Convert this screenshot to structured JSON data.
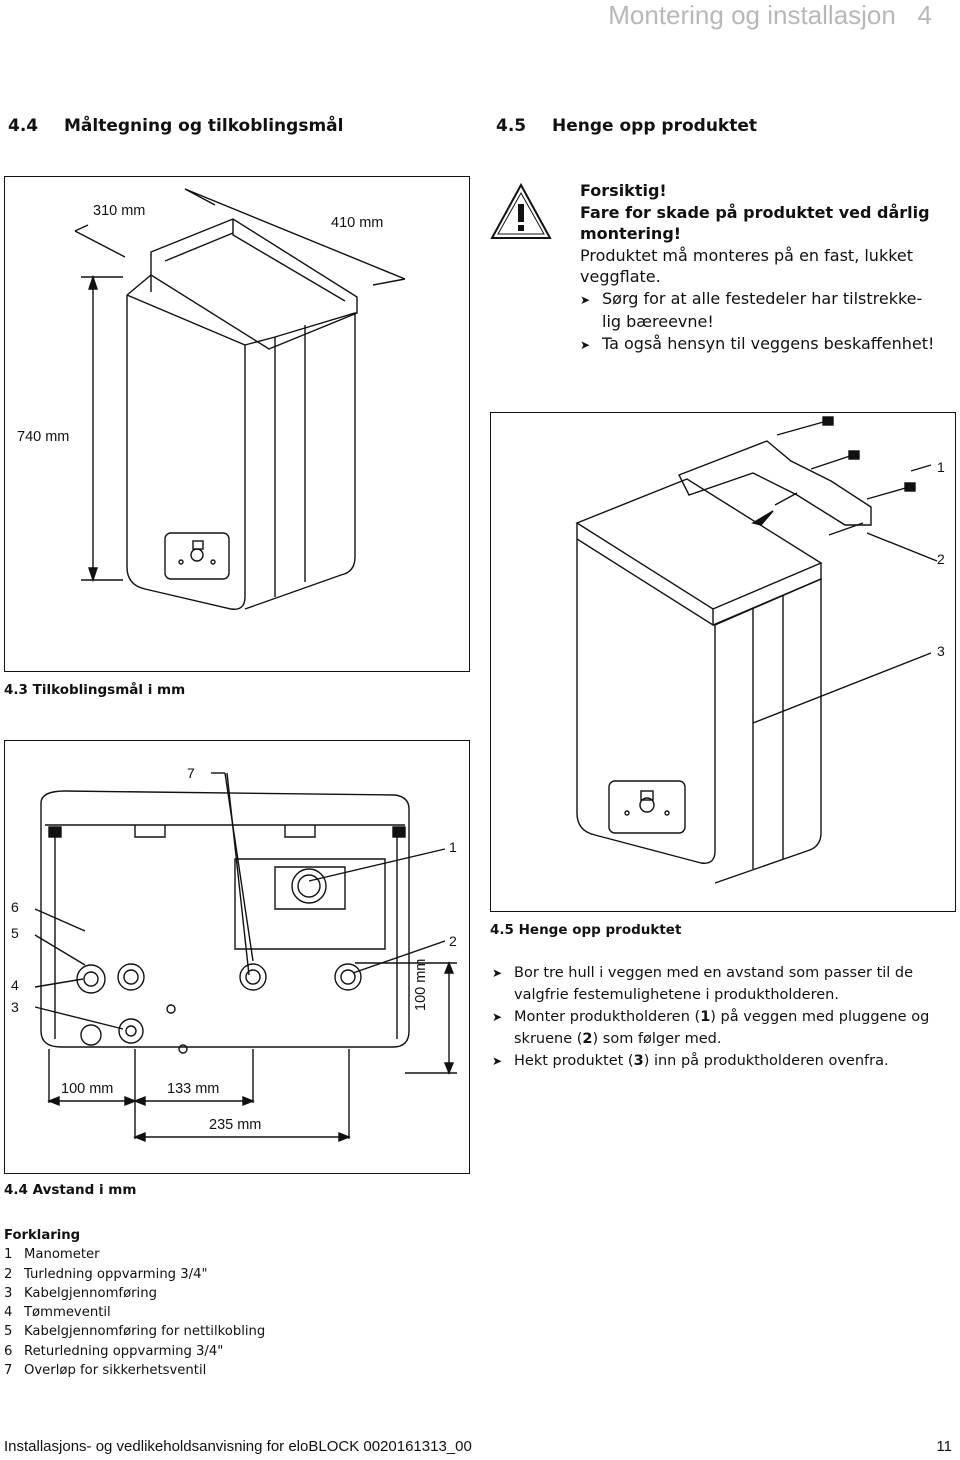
{
  "header": {
    "title": "Montering og installasjon",
    "chapter": "4"
  },
  "section_left": {
    "num": "4.4",
    "title": "Måltegning og tilkoblingsmål"
  },
  "section_right": {
    "num": "4.5",
    "title": "Henge opp produktet"
  },
  "fig43": {
    "width_label": "310 mm",
    "depth_label": "410 mm",
    "height_label": "740 mm",
    "caption": "4.3 Tilkoblingsmål i mm"
  },
  "fig44": {
    "labels": [
      "7",
      "1",
      "6",
      "5",
      "2",
      "4",
      "3"
    ],
    "dim_100_left": "100 mm",
    "dim_133": "133 mm",
    "dim_235": "235 mm",
    "dim_100_vert": "100 mm",
    "caption": "4.4 Avstand i mm"
  },
  "warning": {
    "l1": "Forsiktig!",
    "l2": "Fare for skade på produktet ved dårlig",
    "l3": "montering!",
    "l4": "Produktet må monteres på en fast, lukket",
    "l5": "veggflate.",
    "s1a": "Sørg for at alle festedeler har tilstrekke-",
    "s1b": "lig bæreevne!",
    "s2": "Ta også hensyn til veggens beskaffenhet!"
  },
  "fig45": {
    "label1": "1",
    "label2": "2",
    "label3": "3",
    "caption": "4.5 Henge opp produktet"
  },
  "steps": {
    "s1a": "Bor tre hull i veggen med en avstand som passer til de",
    "s1b": "valgfrie festemulighetene i produktholderen.",
    "s2a": "Monter produktholderen (",
    "s2n": "1",
    "s2b": ") på veggen med pluggene og",
    "s2c": "skruene (",
    "s2n2": "2",
    "s2d": ") som følger med.",
    "s3a": "Hekt produktet (",
    "s3n": "3",
    "s3b": ") inn på produktholderen ovenfra."
  },
  "legend": {
    "title": "Forklaring",
    "items": [
      {
        "n": "1",
        "t": "Manometer"
      },
      {
        "n": "2",
        "t": "Turledning oppvarming 3/4\""
      },
      {
        "n": "3",
        "t": "Kabelgjennomføring"
      },
      {
        "n": "4",
        "t": "Tømmeventil"
      },
      {
        "n": "5",
        "t": "Kabelgjennomføring for nettilkobling"
      },
      {
        "n": "6",
        "t": "Returledning oppvarming 3/4\""
      },
      {
        "n": "7",
        "t": "Overløp for sikkerhetsventil"
      }
    ]
  },
  "footer": {
    "left": "Installasjons- og vedlikeholdsanvisning for eloBLOCK 0020161313_00",
    "page": "11"
  }
}
